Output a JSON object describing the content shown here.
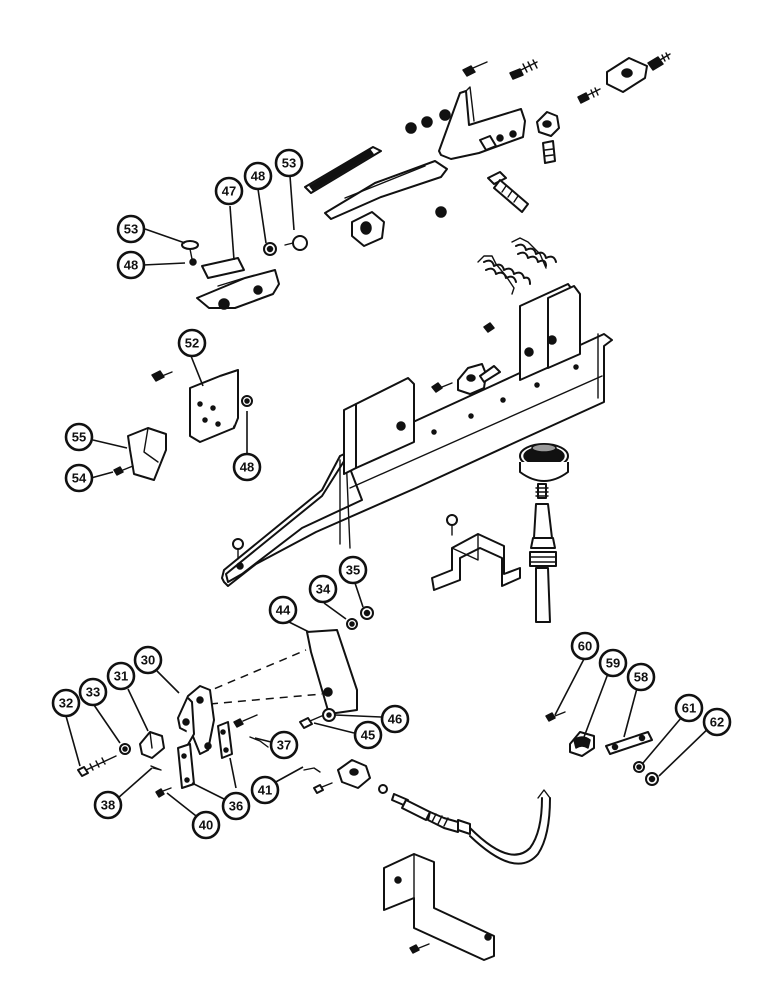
{
  "callouts": [
    {
      "id": "c53a",
      "label": "53"
    },
    {
      "id": "c48a",
      "label": "48"
    },
    {
      "id": "c47",
      "label": "47"
    },
    {
      "id": "c48b",
      "label": "48"
    },
    {
      "id": "c53b",
      "label": "53"
    },
    {
      "id": "c52",
      "label": "52"
    },
    {
      "id": "c55",
      "label": "55"
    },
    {
      "id": "c54",
      "label": "54"
    },
    {
      "id": "c48c",
      "label": "48"
    },
    {
      "id": "c34",
      "label": "34"
    },
    {
      "id": "c35",
      "label": "35"
    },
    {
      "id": "c44",
      "label": "44"
    },
    {
      "id": "c30",
      "label": "30"
    },
    {
      "id": "c31",
      "label": "31"
    },
    {
      "id": "c33",
      "label": "33"
    },
    {
      "id": "c32",
      "label": "32"
    },
    {
      "id": "c46",
      "label": "46"
    },
    {
      "id": "c45",
      "label": "45"
    },
    {
      "id": "c37",
      "label": "37"
    },
    {
      "id": "c41",
      "label": "41"
    },
    {
      "id": "c36",
      "label": "36"
    },
    {
      "id": "c40",
      "label": "40"
    },
    {
      "id": "c38",
      "label": "38"
    },
    {
      "id": "c60",
      "label": "60"
    },
    {
      "id": "c59",
      "label": "59"
    },
    {
      "id": "c58",
      "label": "58"
    },
    {
      "id": "c61",
      "label": "61"
    },
    {
      "id": "c62",
      "label": "62"
    }
  ]
}
